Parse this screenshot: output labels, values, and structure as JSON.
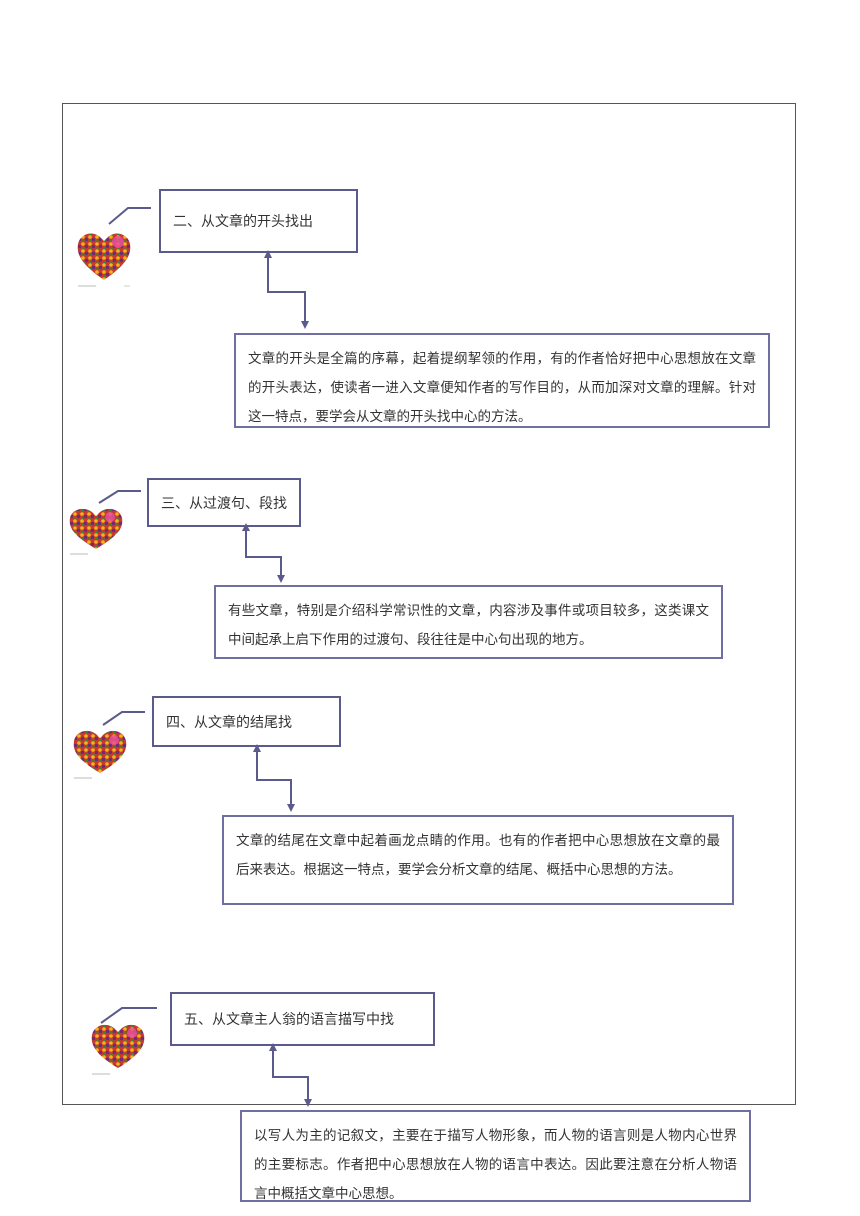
{
  "sections": [
    {
      "title": "二、从文章的开头找出",
      "body": "文章的开头是全篇的序幕，起着提纲挈领的作用，有的作者恰好把中心思想放在文章的开头表达，使读者一进入文章便知作者的写作目的，从而加深对文章的理解。针对这一特点，要学会从文章的开头找中心的方法。"
    },
    {
      "title": "三、从过渡句、段找",
      "body": "有些文章，特别是介绍科学常识性的文章，内容涉及事件或项目较多，这类课文中间起承上启下作用的过渡句、段往往是中心句出现的地方。"
    },
    {
      "title": "四、从文章的结尾找",
      "body": "文章的结尾在文章中起着画龙点睛的作用。也有的作者把中心思想放在文章的最后来表达。根据这一特点，要学会分析文章的结尾、概括中心思想的方法。"
    },
    {
      "title": "五、从文章主人翁的语言描写中找",
      "body": "以写人为主的记叙文，主要在于描写人物形象，而人物的语言则是人物内心世界的主要标志。作者把中心思想放在人物的语言中表达。因此要注意在分析人物语言中概括文章中心思想。"
    }
  ],
  "colors": {
    "border": "#5a5a8c",
    "connector": "#5a5a8c",
    "text": "#333333"
  },
  "icons": {
    "heart": "candy-heart-icon"
  }
}
